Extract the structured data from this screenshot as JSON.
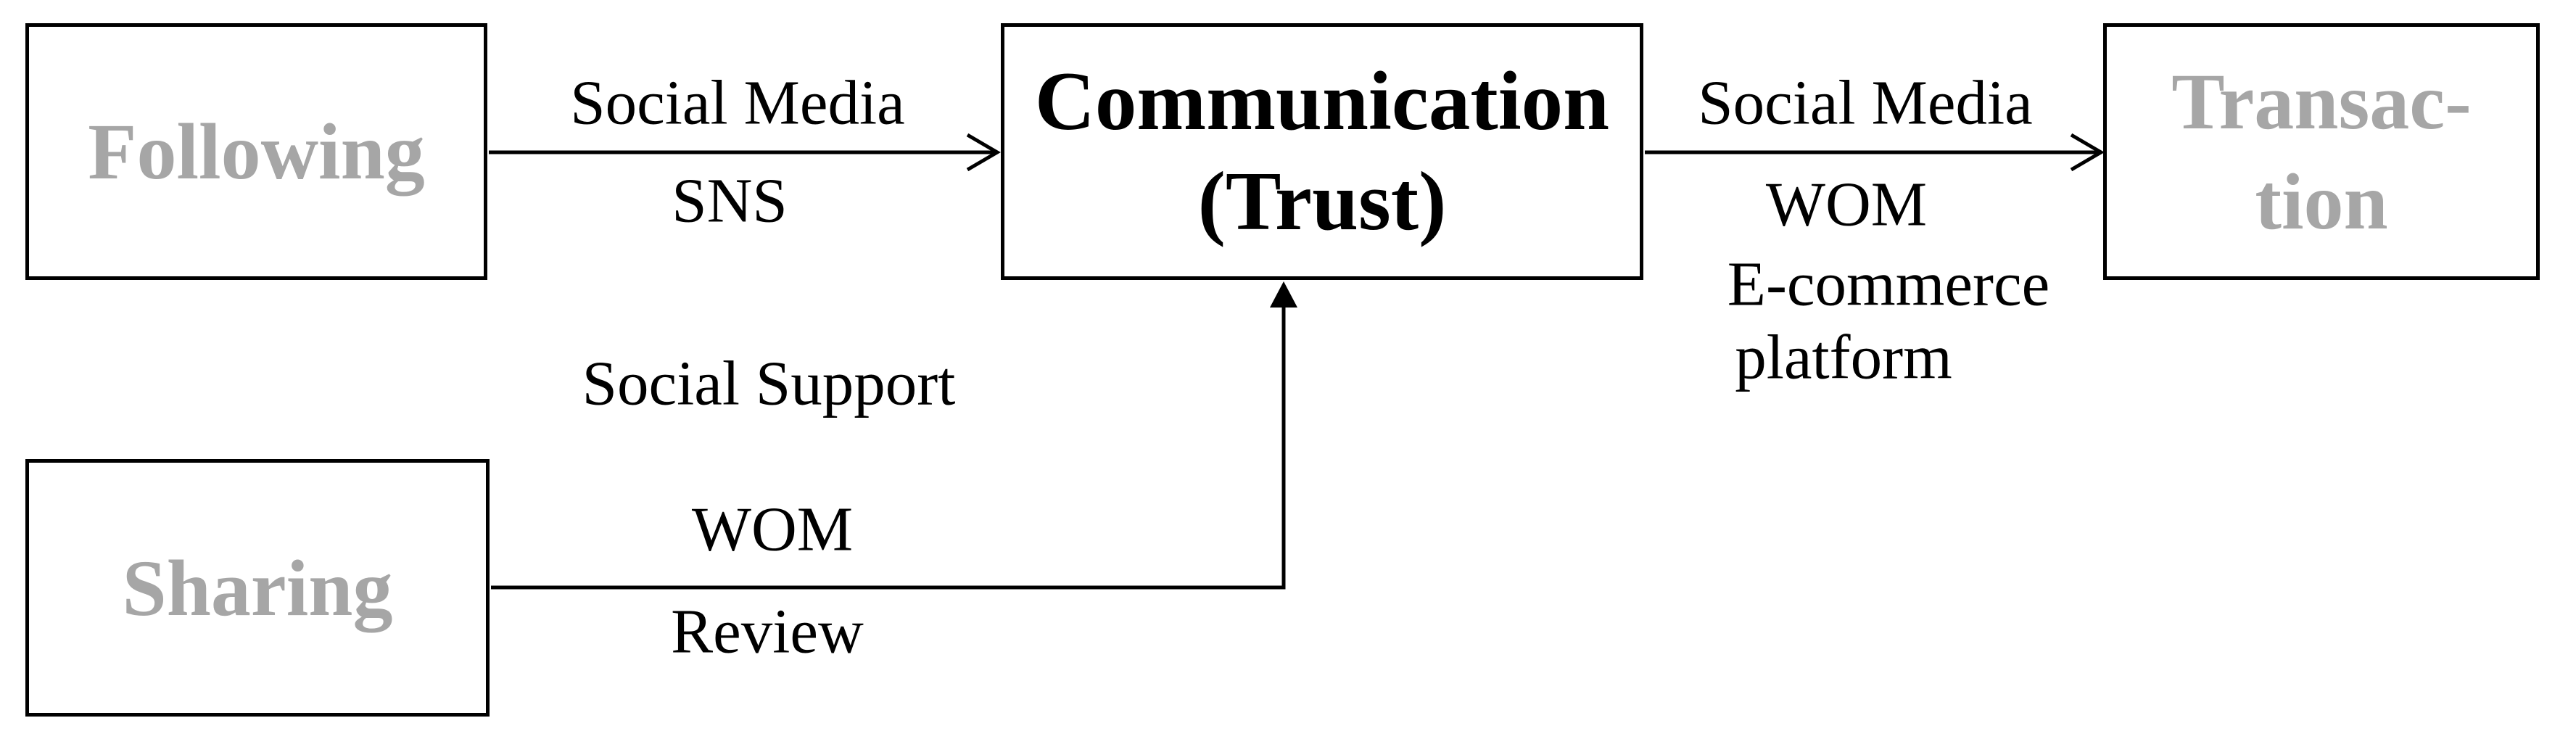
{
  "colors": {
    "background": "#ffffff",
    "line": "#000000",
    "ink": "#000000",
    "muted_label": "#a6a6a6"
  },
  "nodes": {
    "following": {
      "label": "Following"
    },
    "communication": {
      "line1": "Communication",
      "line2": "(Trust)"
    },
    "transaction": {
      "line1": "Transac-",
      "line2": "tion"
    },
    "sharing": {
      "label": "Sharing"
    }
  },
  "edges": {
    "following_communication": {
      "above": "Social Media",
      "below": "SNS"
    },
    "communication_transaction": {
      "above": "Social Media",
      "below": [
        "WOM",
        "E-commerce",
        "platform"
      ]
    },
    "sharing_communication": {
      "labels": [
        "Social Support",
        "WOM",
        "Review"
      ]
    }
  }
}
